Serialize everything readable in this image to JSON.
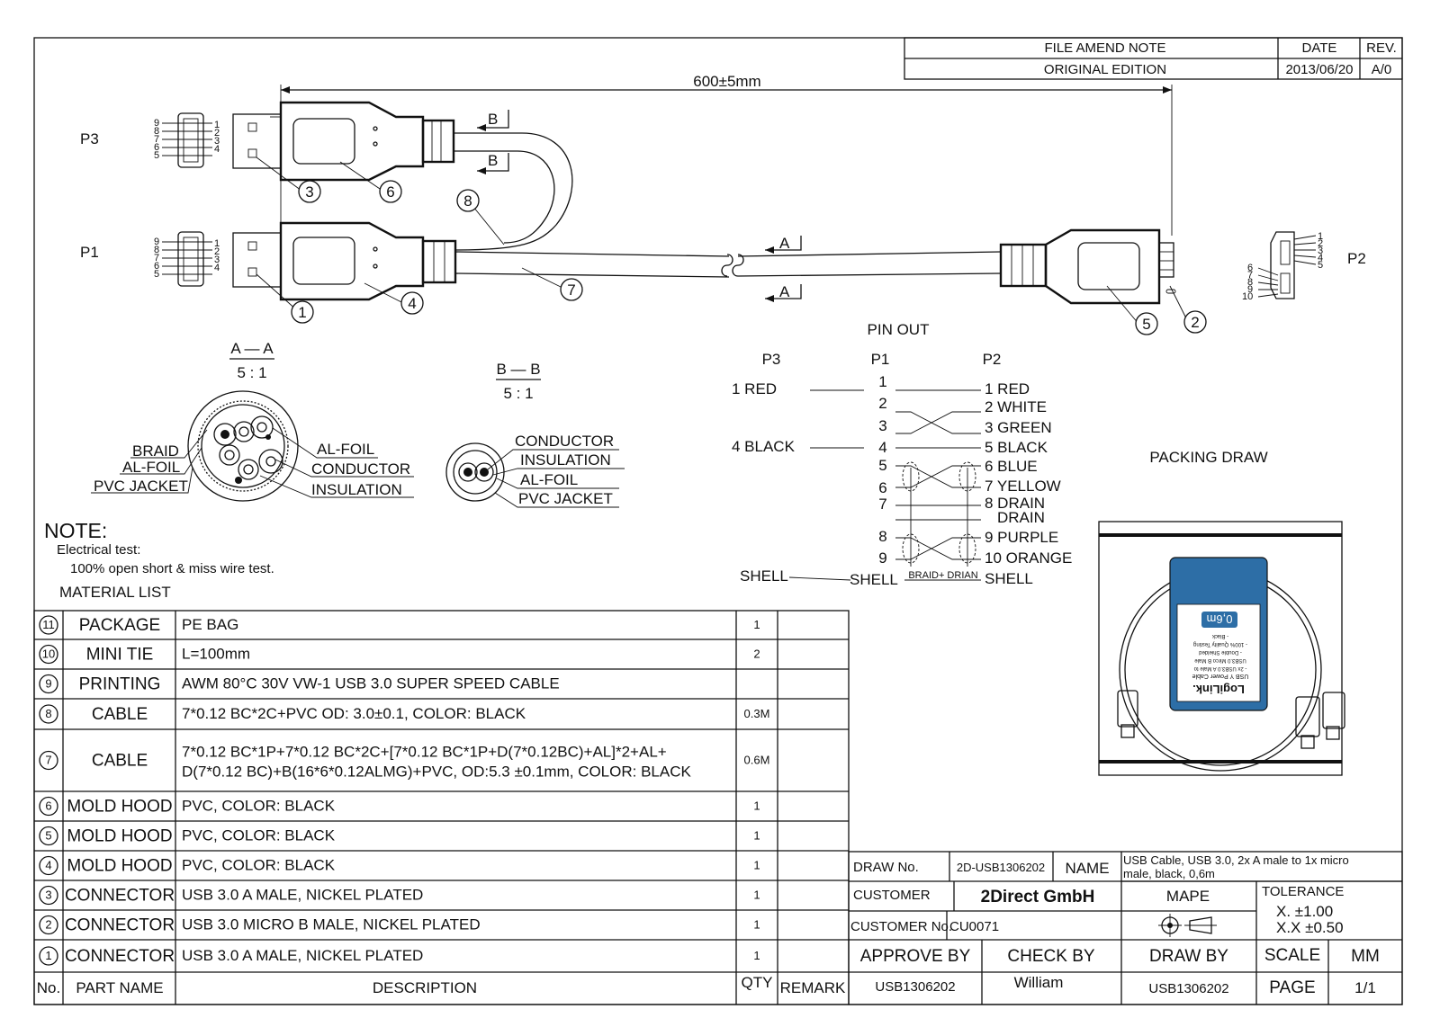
{
  "revision_block": {
    "head_note": "FILE AMEND NOTE",
    "head_date": "DATE",
    "head_rev": "REV.",
    "note": "ORIGINAL EDITION",
    "date": "2013/06/20",
    "rev": "A/0"
  },
  "drawing": {
    "length": "600±5mm",
    "p3": "P3",
    "p1": "P1",
    "p2": "P2",
    "sec_a": "A",
    "sec_b": "B",
    "left_pins_top": [
      "9",
      "8",
      "7",
      "6",
      "5"
    ],
    "left_pins_bot": [
      "1",
      "2",
      "3",
      "4"
    ],
    "p2_pins_right": [
      "1",
      "2",
      "3",
      "4",
      "5"
    ],
    "p2_pins_left": [
      "6",
      "7",
      "8",
      "9",
      "10"
    ],
    "callouts": [
      "1",
      "2",
      "3",
      "4",
      "5",
      "6",
      "7",
      "8"
    ]
  },
  "section_aa": {
    "title": "A — A",
    "scale": "5 : 1",
    "labels_left": [
      "BRAID",
      "AL-FOIL",
      "PVC JACKET"
    ],
    "labels_right": [
      "AL-FOIL",
      "CONDUCTOR",
      "INSULATION"
    ]
  },
  "section_bb": {
    "title": "B — B",
    "scale": "5 : 1",
    "labels": [
      "CONDUCTOR",
      "INSULATION",
      "AL-FOIL",
      "PVC JACKET"
    ]
  },
  "pinout": {
    "title": "PIN OUT",
    "col_p3": "P3",
    "col_p1": "P1",
    "col_p2": "P2",
    "p3_labels": [
      "1  RED",
      "4  BLACK",
      "SHELL"
    ],
    "p1_pins": [
      "1",
      "2",
      "3",
      "4",
      "5",
      "6",
      "7",
      "8",
      "9",
      "SHELL"
    ],
    "p2_labels": [
      "1 RED",
      "2 WHITE",
      "3 GREEN",
      "5 BLACK",
      "6 BLUE",
      "7 YELLOW",
      "8 DRAIN",
      "DRAIN",
      "9 PURPLE",
      "10 ORANGE",
      "SHELL"
    ],
    "braid_note": "BRAID+ DRIAN"
  },
  "packing": {
    "title": "PACKING DRAW",
    "brand": "LogiLink.",
    "size_badge": "0,6m",
    "card_lines": [
      "USB Y Power Cable",
      "- 2x USB3.0 A Male to",
      "USB3.0 Mirco B Male",
      "- Double Shielded",
      "- 100% Quality Testing",
      "- Black"
    ]
  },
  "notes": {
    "title": "NOTE:",
    "line1": "Electrical test:",
    "line2": "100% open  short & miss wire test.",
    "material_title": "MATERIAL LIST"
  },
  "material_list": {
    "rows": [
      {
        "no": "11",
        "name": "PACKAGE",
        "desc": "PE BAG",
        "qty": "1",
        "remark": ""
      },
      {
        "no": "10",
        "name": "MINI TIE",
        "desc": "L=100mm",
        "qty": "2",
        "remark": ""
      },
      {
        "no": "9",
        "name": "PRINTING",
        "desc": "AWM 80°C 30V VW-1 USB 3.0 SUPER SPEED CABLE",
        "qty": "",
        "remark": ""
      },
      {
        "no": "8",
        "name": "CABLE",
        "desc": "7*0.12 BC*2C+PVC OD: 3.0±0.1, COLOR: BLACK",
        "qty": "0.3M",
        "remark": ""
      },
      {
        "no": "7",
        "name": "CABLE",
        "desc": "7*0.12 BC*1P+7*0.12 BC*2C+[7*0.12  BC*1P+D(7*0.12BC)+AL]*2+AL+",
        "desc2": "D(7*0.12 BC)+B(16*6*0.12ALMG)+PVC, OD:5.3 ±0.1mm, COLOR: BLACK",
        "qty": "0.6M",
        "remark": ""
      },
      {
        "no": "6",
        "name": "MOLD HOOD",
        "desc": "PVC, COLOR: BLACK",
        "qty": "1",
        "remark": ""
      },
      {
        "no": "5",
        "name": "MOLD HOOD",
        "desc": "PVC, COLOR: BLACK",
        "qty": "1",
        "remark": ""
      },
      {
        "no": "4",
        "name": "MOLD HOOD",
        "desc": "PVC, COLOR: BLACK",
        "qty": "1",
        "remark": ""
      },
      {
        "no": "3",
        "name": "CONNECTOR",
        "desc": "USB 3.0 A MALE, NICKEL PLATED",
        "qty": "1",
        "remark": ""
      },
      {
        "no": "2",
        "name": "CONNECTOR",
        "desc": "USB 3.0 MICRO B MALE, NICKEL PLATED",
        "qty": "1",
        "remark": ""
      },
      {
        "no": "1",
        "name": "CONNECTOR",
        "desc": "USB 3.0 A MALE, NICKEL PLATED",
        "qty": "1",
        "remark": ""
      }
    ],
    "header": {
      "no": "No.",
      "name": "PART NAME",
      "desc": "DESCRIPTION",
      "qty": "QTY",
      "remark": "REMARK"
    }
  },
  "title_block": {
    "draw_no_label": "DRAW No.",
    "draw_no": "2D-USB1306202",
    "name_label": "NAME",
    "name_value": "USB Cable, USB 3.0, 2x A male to 1x micro",
    "name_value2": "male,  black, 0,6m",
    "customer_label": "CUSTOMER",
    "customer": "2Direct GmbH",
    "mape": "MAPE",
    "tolerance_label": "TOLERANCE",
    "tol_x": "X.    ±1.00",
    "tol_xx": "X.X   ±0.50",
    "customer_no_label": "CUSTOMER No.",
    "customer_no": "CU0071",
    "approve_by": "APPROVE BY",
    "check_by": "CHECK BY",
    "draw_by": "DRAW BY",
    "scale_label": "SCALE",
    "scale": "MM",
    "approve_value": "USB1306202",
    "check_value": "William",
    "draw_value": "USB1306202",
    "page_label": "PAGE",
    "page": "1/1"
  }
}
